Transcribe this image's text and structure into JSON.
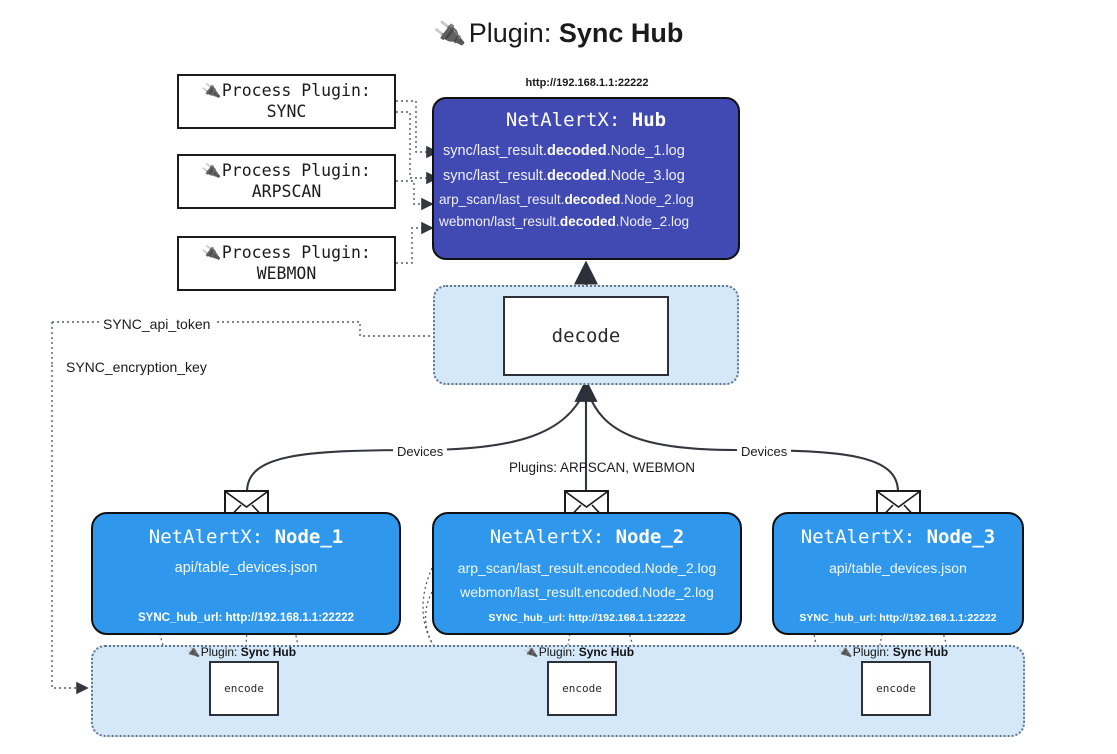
{
  "title": {
    "icon": "plug-icon",
    "prefix": "Plugin:",
    "name": "Sync Hub"
  },
  "process_plugins": [
    {
      "icon": "plug-icon",
      "line1": "Process Plugin:",
      "line2": "SYNC"
    },
    {
      "icon": "plug-icon",
      "line1": "Process Plugin:",
      "line2": "ARPSCAN"
    },
    {
      "icon": "plug-icon",
      "line1": "Process Plugin:",
      "line2": "WEBMON"
    }
  ],
  "hub": {
    "url": "http://192.168.1.1:22222",
    "title_prefix": "NetAlertX:",
    "title_name": "Hub",
    "logs": [
      {
        "pre": "sync/last_result.",
        "strong": "decoded",
        "post": ".Node_1.log"
      },
      {
        "pre": "sync/last_result.",
        "strong": "decoded",
        "post": ".Node_3.log"
      },
      {
        "pre": "arp_scan/last_result.",
        "strong": "decoded",
        "post": ".Node_2.log"
      },
      {
        "pre": "webmon/last_result.",
        "strong": "decoded",
        "post": ".Node_2.log"
      }
    ]
  },
  "decode": {
    "label": "decode"
  },
  "wire_labels": {
    "api_token": "SYNC_api_token",
    "encryption_key": "SYNC_encryption_key",
    "devices_left": "Devices",
    "devices_right": "Devices",
    "plugins_mid": "Plugins: ARPSCAN, WEBMON"
  },
  "nodes": [
    {
      "icon": "envelope-icon",
      "title_prefix": "NetAlertX:",
      "title_name": "Node_1",
      "lines": [
        "api/table_devices.json"
      ],
      "footer": "SYNC_hub_url: http://192.168.1.1:22222"
    },
    {
      "icon": "envelope-icon",
      "title_prefix": "NetAlertX:",
      "title_name": "Node_2",
      "lines": [
        "arp_scan/last_result.encoded.Node_2.log",
        "webmon/last_result.encoded.Node_2.log"
      ],
      "footer": "SYNC_hub_url: http://192.168.1.1:22222"
    },
    {
      "icon": "envelope-icon",
      "title_prefix": "NetAlertX:",
      "title_name": "Node_3",
      "lines": [
        "api/table_devices.json"
      ],
      "footer": "SYNC_hub_url: http://192.168.1.1:22222"
    }
  ],
  "encoders": [
    {
      "caption_icon": "plug-icon",
      "caption_prefix": "Plugin:",
      "caption_name": "Sync Hub",
      "label": "encode"
    },
    {
      "caption_icon": "plug-icon",
      "caption_prefix": "Plugin:",
      "caption_name": "Sync Hub",
      "label": "encode"
    },
    {
      "caption_icon": "plug-icon",
      "caption_prefix": "Plugin:",
      "caption_name": "Sync Hub",
      "label": "encode"
    }
  ],
  "colors": {
    "hub_fill": "#4149b2",
    "node_fill": "#2f97ec",
    "zone_fill": "#d4e8fa",
    "zone_border": "#63778c",
    "stroke": "#2c3038",
    "background": "#ffffff"
  }
}
